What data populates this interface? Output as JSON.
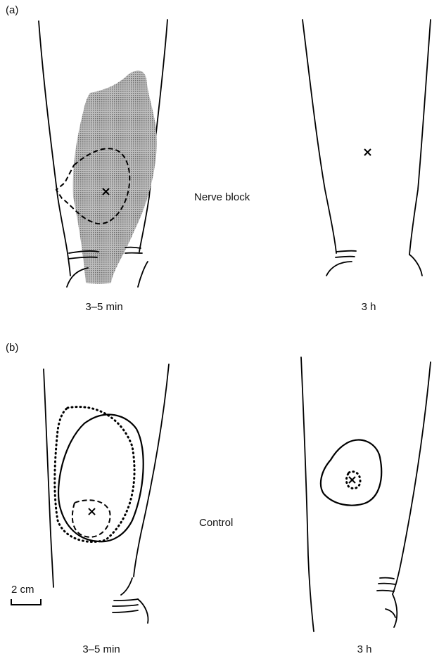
{
  "panels": {
    "a": {
      "label": "(a)",
      "condition": "Nerve block",
      "left_caption": "3–5 min",
      "right_caption": "3 h",
      "shaded_color": "#9a9a9a"
    },
    "b": {
      "label": "(b)",
      "condition": "Control",
      "left_caption": "3–5 min",
      "right_caption": "3 h"
    }
  },
  "scale_bar": {
    "label": "2 cm"
  },
  "marker_symbol": "×"
}
